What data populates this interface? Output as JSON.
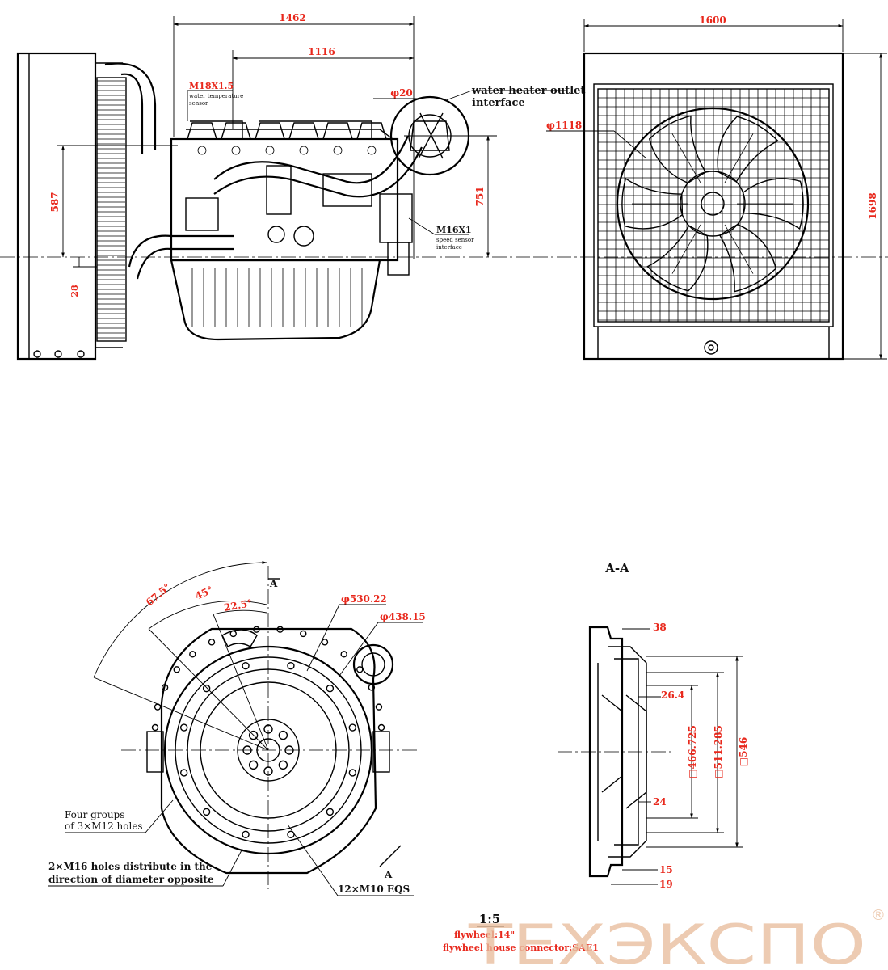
{
  "top_left_view": {
    "dim_overall_length": "1462",
    "dim_block_length": "1116",
    "dim_left_height": "587",
    "dim_offset": "28",
    "dim_right_height": "751",
    "dim_pipe_dia": "φ20",
    "callout_m18_label": "M18X1.5",
    "callout_m18_desc_1": "water temperature",
    "callout_m18_desc_2": "sensor",
    "callout_heater_1": "water heater outlet",
    "callout_heater_2": "interface",
    "callout_m16_label": "M16X1",
    "callout_m16_desc_1": "speed sensor",
    "callout_m16_desc_2": "interface"
  },
  "top_right_view": {
    "dim_width": "1600",
    "dim_height": "1698",
    "dim_fan": "φ1118"
  },
  "flywheel_view": {
    "section_mark": "A",
    "angle_1": "67.5°",
    "angle_2": "45°",
    "angle_3": "22.5°",
    "dia_1": "φ530.22",
    "dia_2": "φ438.15",
    "note_holes_1": "Four groups",
    "note_holes_2": "of 3×M12 holes",
    "note_m16_1": "2×M16 holes distribute in the",
    "note_m16_2": "direction of diameter opposite",
    "note_m10": "12×M10 EQS",
    "section_mark_bottom": "A"
  },
  "section_view": {
    "title": "A-A",
    "dim_top": "38",
    "dim_26": "26.4",
    "dim_24": "24",
    "dim_15": "15",
    "dim_19": "19",
    "dim_box1": "□466.725",
    "dim_box2": "□511.285",
    "dim_box3": "□546"
  },
  "footer": {
    "scale": "1:5",
    "flywheel": "flywheel:14\"",
    "housing": "flywheel house connector:SAE1"
  },
  "watermark": {
    "text": "ТЕХЭКСПО",
    "reg": "®"
  }
}
